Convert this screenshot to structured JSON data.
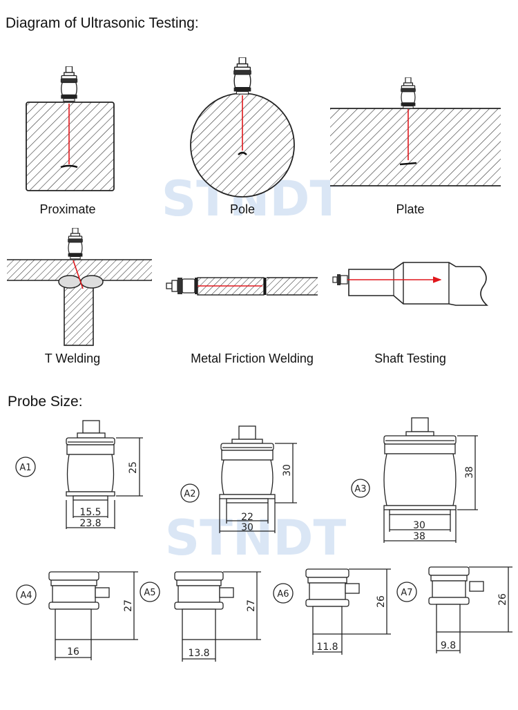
{
  "headings": {
    "diagram": "Diagram of Ultrasonic Testing:",
    "probe_size": "Probe Size:"
  },
  "watermark": {
    "text": "STNDT",
    "color": "#6f9fd8"
  },
  "applications": [
    {
      "id": "proximate",
      "label": "Proximate"
    },
    {
      "id": "pole",
      "label": "Pole"
    },
    {
      "id": "plate",
      "label": "Plate"
    },
    {
      "id": "t-welding",
      "label": "T Welding"
    },
    {
      "id": "friction",
      "label": "Metal Friction Welding"
    },
    {
      "id": "shaft",
      "label": "Shaft Testing"
    }
  ],
  "colors": {
    "beam": "#e0161b",
    "line": "#222222"
  },
  "probes": [
    {
      "id": "A1",
      "label": "A1",
      "height": "25",
      "inner": "15.5",
      "outer": "23.8"
    },
    {
      "id": "A2",
      "label": "A2",
      "height": "30",
      "inner": "22",
      "outer": "30"
    },
    {
      "id": "A3",
      "label": "A3",
      "height": "38",
      "inner": "30",
      "outer": "38"
    },
    {
      "id": "A4",
      "label": "A4",
      "height": "27",
      "width": "16"
    },
    {
      "id": "A5",
      "label": "A5",
      "height": "27",
      "width": "13.8"
    },
    {
      "id": "A6",
      "label": "A6",
      "height": "26",
      "width": "11.8"
    },
    {
      "id": "A7",
      "label": "A7",
      "height": "26",
      "width": "9.8"
    }
  ]
}
